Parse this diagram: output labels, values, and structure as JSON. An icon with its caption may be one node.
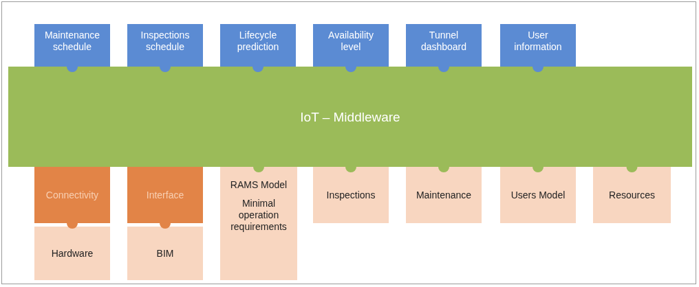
{
  "diagram": {
    "nodes": [
      {
        "text": [
          "Maintenance schedule"
        ]
      },
      {
        "text": [
          "Inspections schedule"
        ]
      },
      {
        "text": [
          "Lifecycle prediction"
        ]
      },
      {
        "text": [
          "Availability level"
        ]
      },
      {
        "text": [
          "Tunnel dashboard"
        ]
      },
      {
        "text": [
          "User information"
        ]
      },
      {
        "text": [
          "IoT – Middleware"
        ]
      },
      {
        "text": [
          "Connectivity"
        ]
      },
      {
        "text": [
          "Hardware"
        ]
      },
      {
        "text": [
          "Interface"
        ]
      },
      {
        "text": [
          "BIM"
        ]
      },
      {
        "text": [
          "RAMS Model",
          "Minimal operation requirements"
        ]
      },
      {
        "text": [
          "Inspections"
        ]
      },
      {
        "text": [
          "Maintenance"
        ]
      },
      {
        "text": [
          "Users Model"
        ]
      },
      {
        "text": [
          "Resources"
        ]
      }
    ]
  }
}
